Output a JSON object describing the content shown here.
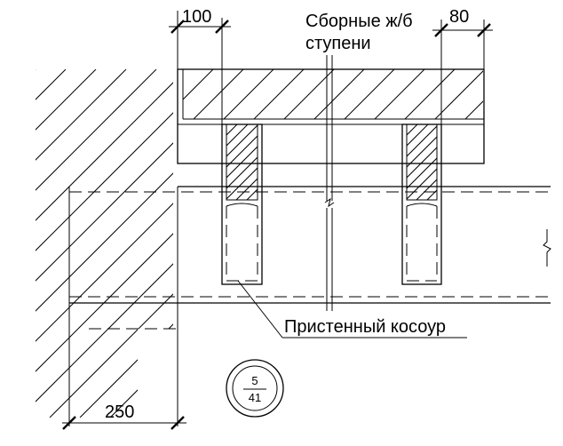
{
  "labels": {
    "precast_steps": [
      "Сборные ж/б",
      "ступени"
    ],
    "wall_stringer": "Пристенный косоур"
  },
  "dimensions": {
    "top_left": "100",
    "top_right": "80",
    "bottom": "250"
  },
  "marker": {
    "top": "5",
    "bottom": "41"
  },
  "colors": {
    "line": "#000000",
    "background": "#ffffff"
  }
}
